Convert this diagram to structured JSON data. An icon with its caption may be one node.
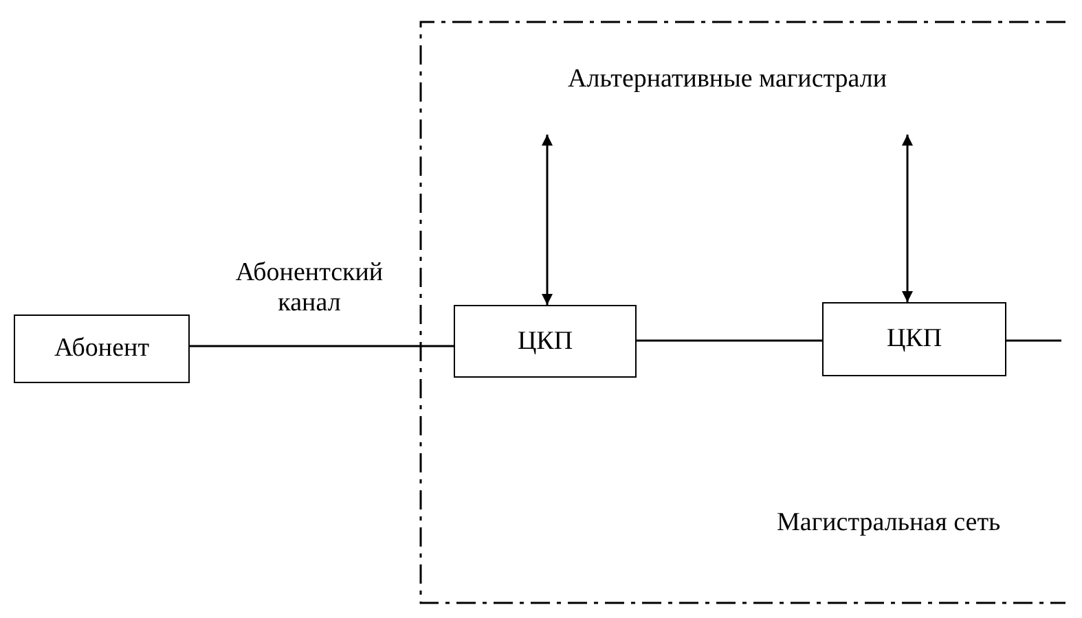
{
  "diagram": {
    "nodes": [
      {
        "text": [
          "Абонент"
        ]
      },
      {
        "text": [
          "Альтернативные магистрали",
          "Магистральная сеть"
        ]
      },
      {
        "text": [
          "ЦКП"
        ],
        "in": 1
      },
      {
        "text": [
          "ЦКП"
        ],
        "in": 1
      }
    ],
    "edges": [
      {
        "from": 0,
        "to": 2,
        "arrow": "none",
        "label": "Абонентский канал"
      },
      {
        "from": 2,
        "to": 3,
        "arrow": "none"
      },
      {
        "from": 3,
        "to": null,
        "arrow": "none"
      },
      {
        "from": null,
        "to": 2,
        "arrow": "both"
      },
      {
        "from": null,
        "to": 3,
        "arrow": "both"
      }
    ]
  }
}
